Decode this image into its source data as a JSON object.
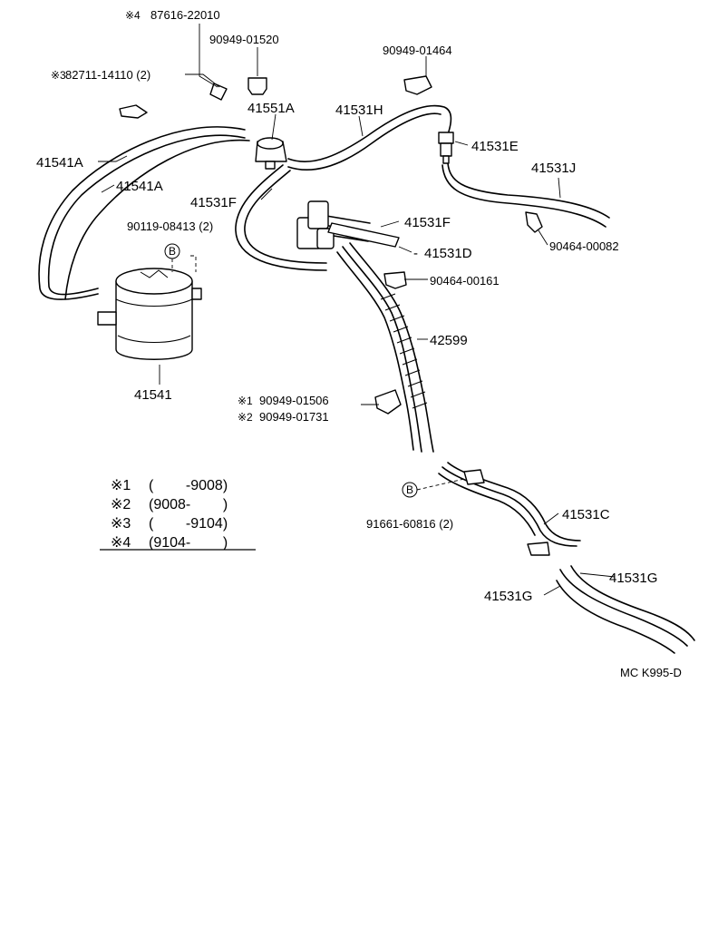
{
  "parts": {
    "p87616": "87616-22010",
    "p87616_mark": "※4",
    "p90949_01520": "90949-01520",
    "p82711": "82711-14110 (2)",
    "p82711_mark": "※3",
    "p90949_01464": "90949-01464",
    "p41551A": "41551A",
    "p41531H": "41531H",
    "p41531E": "41531E",
    "p41531J": "41531J",
    "p41541A_outer": "41541A",
    "p41541A_inner": "41541A",
    "p41531F_left": "41531F",
    "p41531F_right": "41531F",
    "p90119": "90119-08413 (2)",
    "b_marker_1": "B",
    "p41531D": "41531D",
    "p90464_00082": "90464-00082",
    "p90464_00161": "90464-00161",
    "p42599": "42599",
    "p41541": "41541",
    "p90949_01506": "90949-01506",
    "p90949_01506_mark": "※1",
    "p90949_01731": "90949-01731",
    "p90949_01731_mark": "※2",
    "b_marker_2": "B",
    "p91661": "91661-60816 (2)",
    "p41531C": "41531C",
    "p41531G_right": "41531G",
    "p41531G_left": "41531G"
  },
  "legend": [
    {
      "mark": "※1",
      "range": "(        -9008)"
    },
    {
      "mark": "※2",
      "range": "(9008-        )"
    },
    {
      "mark": "※3",
      "range": "(        -9104)"
    },
    {
      "mark": "※4",
      "range": "(9104-        )"
    }
  ],
  "diagram_code": "MC K995-D"
}
